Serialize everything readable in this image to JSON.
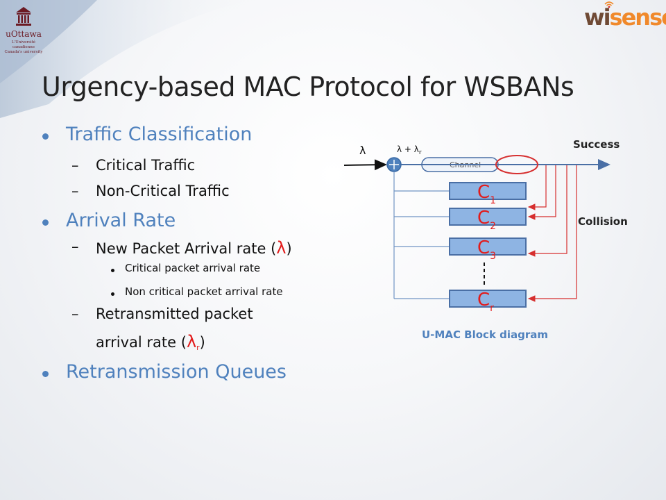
{
  "header": {
    "logo_main": "uOttawa",
    "logo_sub_1": "L'Université canadienne",
    "logo_sub_2": "Canada's university",
    "brand_wi": "wi",
    "brand_sense": "sense"
  },
  "title": "Urgency-based MAC Protocol for WSBANs",
  "bullets": {
    "traffic": "Traffic Classification",
    "critical": "Critical Traffic",
    "noncritical": "Non-Critical Traffic",
    "arrival": "Arrival Rate",
    "new_packet_prefix": "New Packet Arrival rate (",
    "lambda": "λ",
    "close_paren": ")",
    "critical_rate": "Critical packet  arrival rate",
    "noncritical_rate": "Non critical packet arrival rate",
    "retrans_line1": "Retransmitted packet",
    "retrans_line2_prefix": "arrival rate (",
    "sub_r": "r",
    "queues": "Retransmission Queues"
  },
  "diagram": {
    "lambda_in": "λ",
    "lambda_sum": "λ + λ",
    "sum_sub": "r",
    "channel": "Channel",
    "success": "Success",
    "collision": "Collision",
    "queues": [
      {
        "label": "C",
        "sub": "1"
      },
      {
        "label": "C",
        "sub": "2"
      },
      {
        "label": "C",
        "sub": "3"
      },
      {
        "label": "C",
        "sub": "r"
      }
    ],
    "caption": "U-MAC Block diagram"
  },
  "colors": {
    "accent": "#4f81bd",
    "red": "#e21b1b",
    "queue_fill": "#8eb4e3",
    "queue_stroke": "#4a6fa5"
  }
}
